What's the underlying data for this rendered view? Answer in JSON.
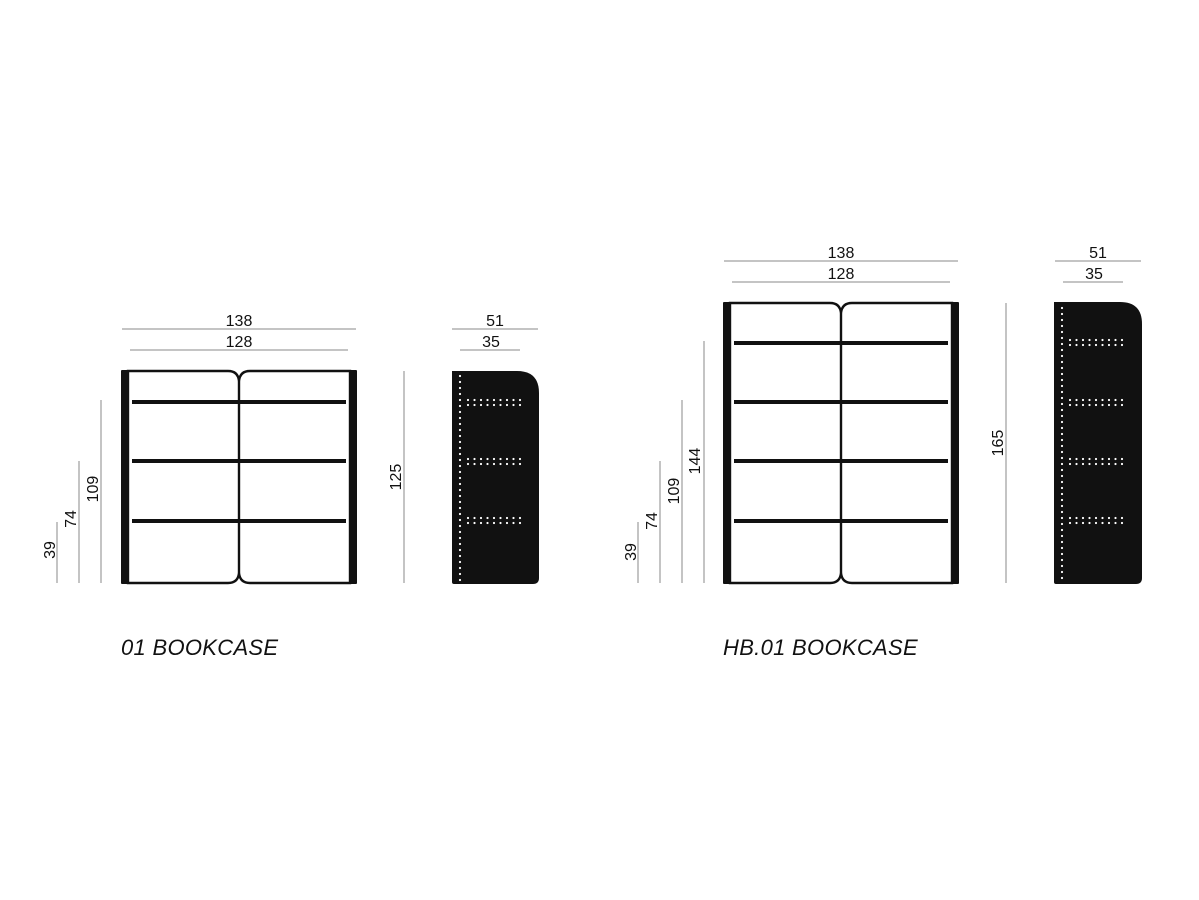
{
  "drawings": [
    {
      "title": "01 BOOKCASE",
      "front_width_outer": "138",
      "front_width_inner": "128",
      "shelf_heights": [
        "39",
        "74",
        "109"
      ],
      "total_height": "125",
      "side_depth_outer": "51",
      "side_depth_inner": "35"
    },
    {
      "title": "HB.01 BOOKCASE",
      "front_width_outer": "138",
      "front_width_inner": "128",
      "shelf_heights": [
        "39",
        "74",
        "109",
        "144"
      ],
      "total_height": "165",
      "side_depth_outer": "51",
      "side_depth_inner": "35"
    }
  ],
  "colors": {
    "ink": "#111111",
    "dimension_line": "#8a8a8a",
    "background": "#ffffff"
  }
}
